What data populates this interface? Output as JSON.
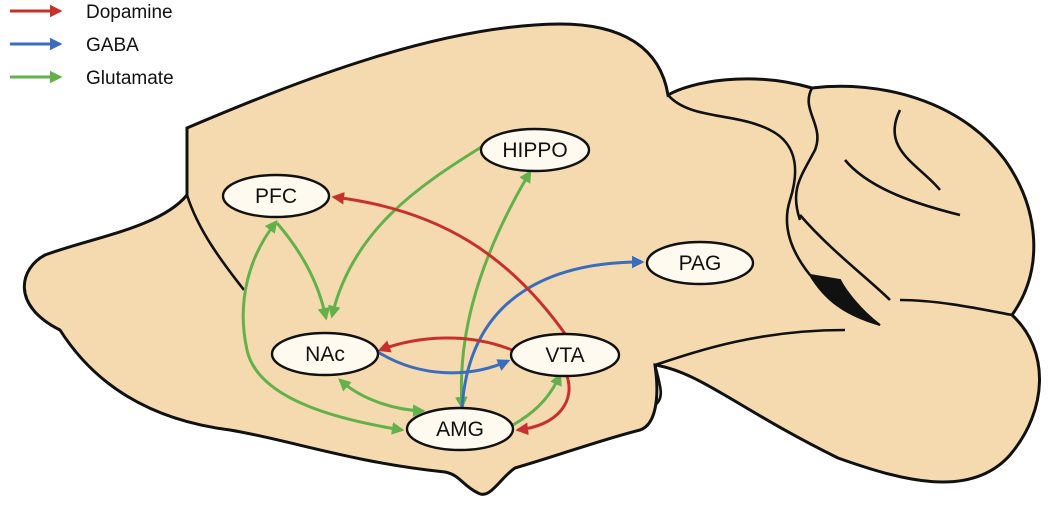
{
  "colors": {
    "dopamine": "#c8312b",
    "gaba": "#3a6dbd",
    "glutamate": "#62b14a",
    "brain_fill": "#f5dab0",
    "outline": "#111111"
  },
  "legend": {
    "dopamine": "Dopamine",
    "gaba": "GABA",
    "glutamate": "Glutamate"
  },
  "regions": {
    "pfc": "PFC",
    "hippo": "HIPPO",
    "pag": "PAG",
    "nac": "NAc",
    "vta": "VTA",
    "amg": "AMG"
  },
  "connections": [
    {
      "from": "VTA",
      "to": "PFC",
      "type": "dopamine"
    },
    {
      "from": "VTA",
      "to": "NAc",
      "type": "dopamine"
    },
    {
      "from": "VTA",
      "to": "AMG",
      "type": "dopamine"
    },
    {
      "from": "NAc",
      "to": "VTA",
      "type": "gaba"
    },
    {
      "from": "AMG",
      "to": "PAG",
      "type": "gaba"
    },
    {
      "from": "PFC",
      "to": "NAc",
      "type": "glutamate"
    },
    {
      "from": "PFC",
      "to": "AMG",
      "type": "glutamate"
    },
    {
      "from": "AMG",
      "to": "PFC",
      "type": "glutamate"
    },
    {
      "from": "HIPPO",
      "to": "NAc",
      "type": "glutamate"
    },
    {
      "from": "AMG",
      "to": "HIPPO",
      "type": "glutamate"
    },
    {
      "from": "HIPPO",
      "to": "AMG",
      "type": "glutamate"
    },
    {
      "from": "AMG",
      "to": "NAc",
      "type": "glutamate"
    },
    {
      "from": "NAc",
      "to": "AMG",
      "type": "glutamate"
    },
    {
      "from": "AMG",
      "to": "VTA",
      "type": "glutamate"
    }
  ]
}
